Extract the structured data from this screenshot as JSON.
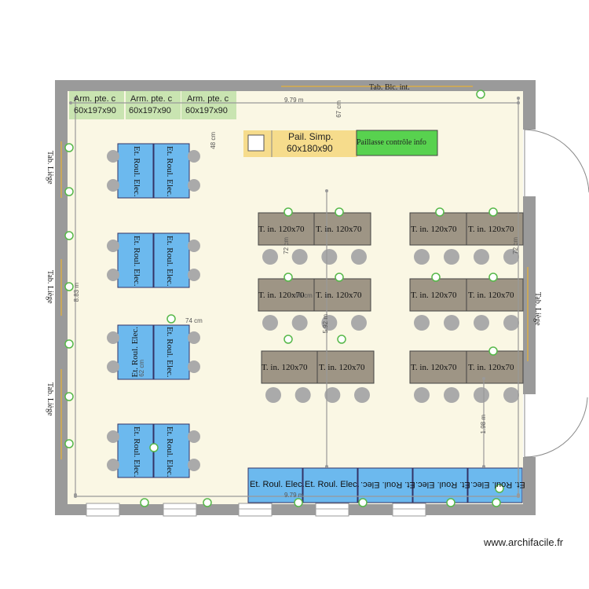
{
  "colors": {
    "wall": "#9a9a9a",
    "floor": "#faf7e4",
    "cabinet": "#c9e4b1",
    "pail_simp": "#f6dc8c",
    "pail_green": "#58d24f",
    "trolley": "#6cb9ee",
    "bench_table": "#9e9585",
    "chair": "#aaaaaa",
    "socket": "#57b84a",
    "tab_line": "#c9a85c"
  },
  "cabinets": {
    "line1": "Arm. pte. c",
    "line2": "60x197x90"
  },
  "pail_simp": {
    "line1": "Pail. Simp.",
    "line2": "60x180x90"
  },
  "pail_green": {
    "label": "Paillasse contrôle info"
  },
  "tab_labels": {
    "top": "Tab. Blc. int.",
    "left_top": "Tab. Liège",
    "left_mid": "Tab. Liège",
    "left_bot": "Tab. Liège",
    "right": "Tab. Liège"
  },
  "trolley_label": "Et. Roul. Elec.",
  "bench_label": "T. in. 120x70",
  "dimensions": {
    "width_top": "9.79 m",
    "width_bottom": "9.79 m",
    "height_left": "8.83 m",
    "d67": "67 cm",
    "d48": "48 cm",
    "d74": "74 cm",
    "d62": "62 cm",
    "d198": "1.98 m",
    "d592": "5.92 m",
    "d72a": "72 cm",
    "d72b": "72 cm",
    "d66": "66 cm"
  },
  "watermark": "www.archifacile.fr"
}
